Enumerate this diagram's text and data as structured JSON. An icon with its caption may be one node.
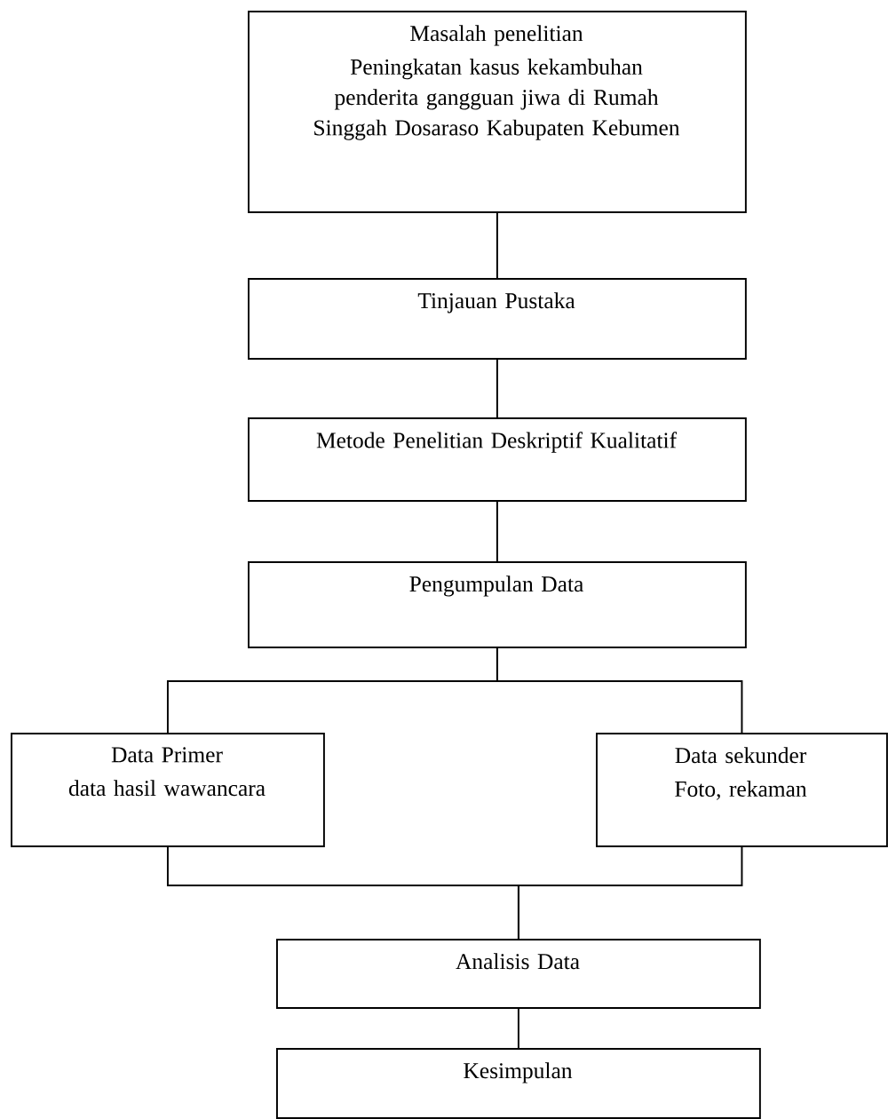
{
  "diagram": {
    "nodes": [
      {
        "text": [
          "Masalah penelitian",
          "Peningkatan kasus kekambuhan penderita gangguan jiwa di Rumah Singgah Dosaraso Kabupaten Kebumen"
        ]
      },
      {
        "text": [
          "Tinjauan Pustaka"
        ]
      },
      {
        "text": [
          "Metode Penelitian Deskriptif Kualitatif"
        ]
      },
      {
        "text": [
          "Pengumpulan Data"
        ]
      },
      {
        "text": [
          "Data Primer",
          "data hasil wawancara"
        ]
      },
      {
        "text": [
          "Data sekunder",
          "Foto, rekaman"
        ]
      },
      {
        "text": [
          "Analisis Data"
        ]
      },
      {
        "text": [
          "Kesimpulan"
        ]
      }
    ],
    "edges": [
      {
        "from": 0,
        "to": 1,
        "arrow": "none"
      },
      {
        "from": 1,
        "to": 2,
        "arrow": "none"
      },
      {
        "from": 2,
        "to": 3,
        "arrow": "none"
      },
      {
        "from": 3,
        "to": 4,
        "arrow": "none"
      },
      {
        "from": 3,
        "to": 5,
        "arrow": "none"
      },
      {
        "from": 4,
        "to": 6,
        "arrow": "none"
      },
      {
        "from": 5,
        "to": 6,
        "arrow": "none"
      },
      {
        "from": 6,
        "to": 7,
        "arrow": "none"
      }
    ]
  }
}
